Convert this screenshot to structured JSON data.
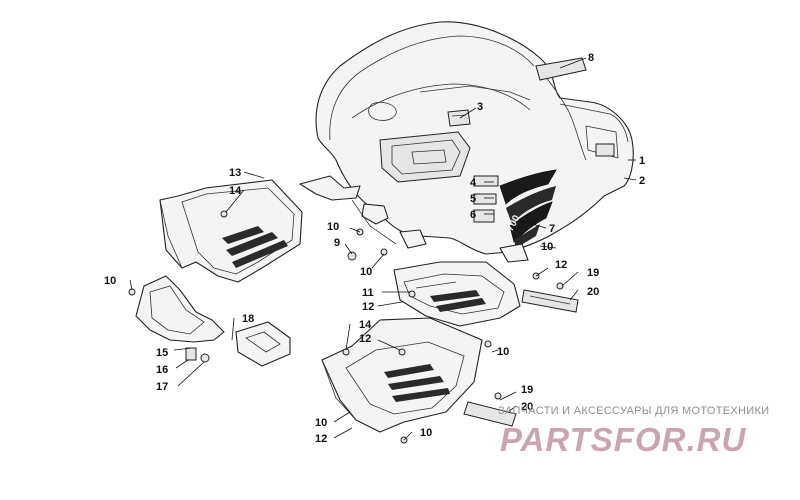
{
  "diagram": {
    "callouts": [
      {
        "id": "c1",
        "label": "1"
      },
      {
        "id": "c2",
        "label": "2"
      },
      {
        "id": "c3",
        "label": "3"
      },
      {
        "id": "c4",
        "label": "4"
      },
      {
        "id": "c5",
        "label": "5"
      },
      {
        "id": "c6",
        "label": "6"
      },
      {
        "id": "c7",
        "label": "7"
      },
      {
        "id": "c8",
        "label": "8"
      },
      {
        "id": "c9",
        "label": "9"
      },
      {
        "id": "c10a",
        "label": "10"
      },
      {
        "id": "c10b",
        "label": "10"
      },
      {
        "id": "c10c",
        "label": "10"
      },
      {
        "id": "c10d",
        "label": "10"
      },
      {
        "id": "c10e",
        "label": "10"
      },
      {
        "id": "c10f",
        "label": "10"
      },
      {
        "id": "c10g",
        "label": "10"
      },
      {
        "id": "c11",
        "label": "11"
      },
      {
        "id": "c12a",
        "label": "12"
      },
      {
        "id": "c12b",
        "label": "12"
      },
      {
        "id": "c12c",
        "label": "12"
      },
      {
        "id": "c12d",
        "label": "12"
      },
      {
        "id": "c13",
        "label": "13"
      },
      {
        "id": "c14a",
        "label": "14"
      },
      {
        "id": "c14b",
        "label": "14"
      },
      {
        "id": "c15",
        "label": "15"
      },
      {
        "id": "c16",
        "label": "16"
      },
      {
        "id": "c17",
        "label": "17"
      },
      {
        "id": "c18",
        "label": "18"
      },
      {
        "id": "c19a",
        "label": "19"
      },
      {
        "id": "c19b",
        "label": "19"
      },
      {
        "id": "c20a",
        "label": "20"
      },
      {
        "id": "c20b",
        "label": "20"
      }
    ],
    "fender_decal_text": "700"
  },
  "watermark": {
    "caption": "ЗАПЧАСТИ И АКСЕССУАРЫ ДЛЯ МОТОТЕХНИКИ",
    "logo_text": "PARTSFOR.RU",
    "logo_color": "#c9a5b3"
  }
}
